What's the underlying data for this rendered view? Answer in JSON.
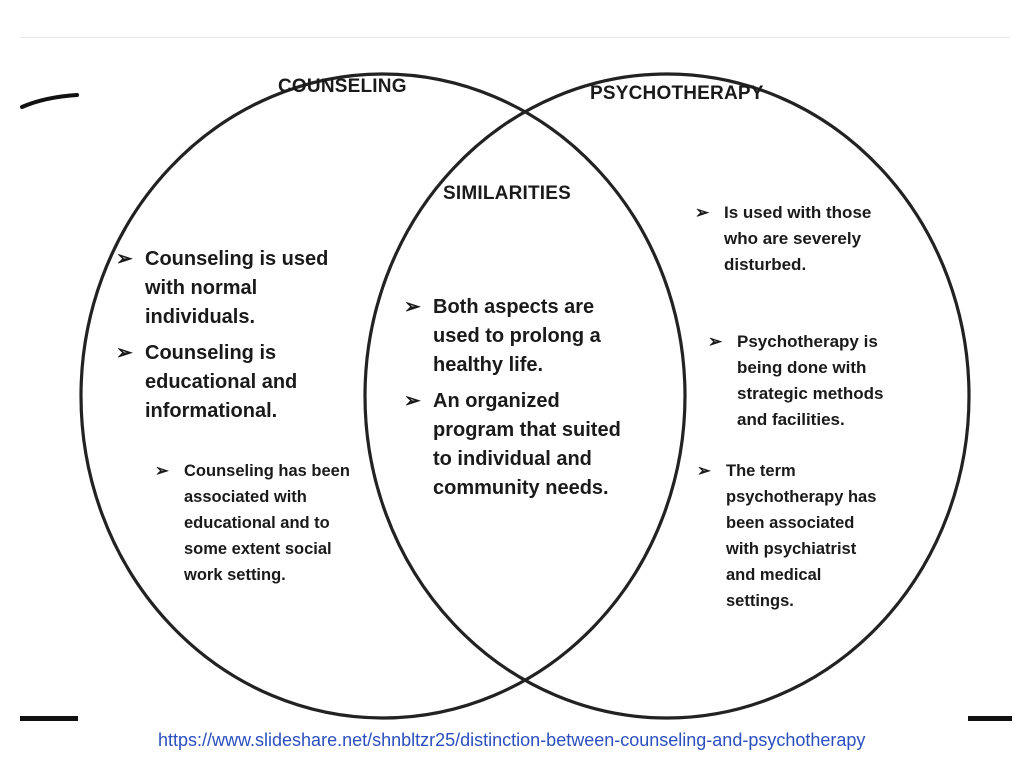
{
  "diagram": {
    "headings": {
      "counseling": "COUNSELING",
      "psychotherapy": "PSYCHOTHERAPY",
      "similarities": "SIMILARITIES"
    },
    "bullet_glyph": "➢",
    "counseling": {
      "main_points": [
        "Counseling is used with normal individuals.",
        "Counseling is educational and informational."
      ],
      "extra_point": "Counseling has been associated with educational and to some extent social work setting."
    },
    "similarities": {
      "points": [
        "Both aspects are used to prolong a healthy life.",
        "An organized program that suited to individual and community needs."
      ]
    },
    "psychotherapy": {
      "points": [
        "Is used with those who are severely disturbed.",
        "Psychotherapy is being done with strategic methods and facilities.",
        "The term psychotherapy has been associated with psychiatrist and medical settings."
      ]
    }
  },
  "footer": {
    "source_url": "https://www.slideshare.net/shnbltzr25/distinction-between-counseling-and-psychotherapy"
  }
}
